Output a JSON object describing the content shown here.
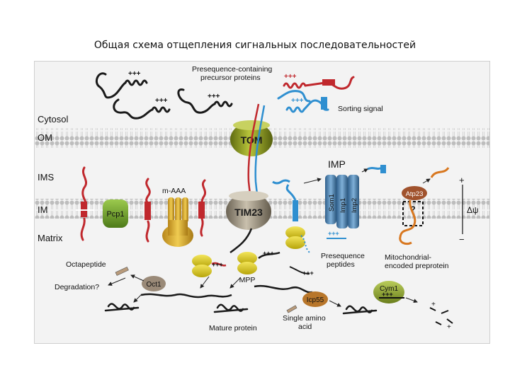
{
  "page_title": "Общая схема отщепления сигнальных последовательностей",
  "compartments": [
    "Cytosol",
    "OM",
    "IMS",
    "IM",
    "Matrix"
  ],
  "complexes": [
    "TOM",
    "TIM23",
    "IMP",
    "Pcp1",
    "m-AAA",
    "MPP",
    "Oct1",
    "Icp55",
    "Cym1",
    "Atp23",
    "Imp1",
    "Imp2",
    "Som1"
  ],
  "labels": {
    "presequence_precursors": "Presequence-containing\nprecursor proteins",
    "sorting_signal": "Sorting signal",
    "octapeptide": "Octapeptide",
    "degradation": "Degradation?",
    "mature_protein": "Mature protein",
    "single_amino_acid": "Single amino\nacid",
    "presequence_peptides": "Presequence\npeptides",
    "mito_encoded": "Mitochondrial-\nencoded preprotein",
    "question": "?",
    "delta_psi": "Δψ",
    "plus": "+",
    "minus": "−",
    "charges": "+++"
  },
  "colors": {
    "precursor_black": "#1a1a1a",
    "precursor_red": "#c0282d",
    "precursor_blue": "#2f8fd0",
    "orange": "#d8771f",
    "tom": "#8c9a1e",
    "tim23": "#9b917f",
    "imp": "#4f87b7",
    "yellow": "#e2cf10",
    "gold": "#d8a81f",
    "pcp1": "#6fa02a",
    "oct1": "#9a8a78",
    "icp55": "#b8762a",
    "cym1": "#8aa030",
    "atp23": "#a0522d",
    "membrane_grey": "#c4c4c4"
  }
}
